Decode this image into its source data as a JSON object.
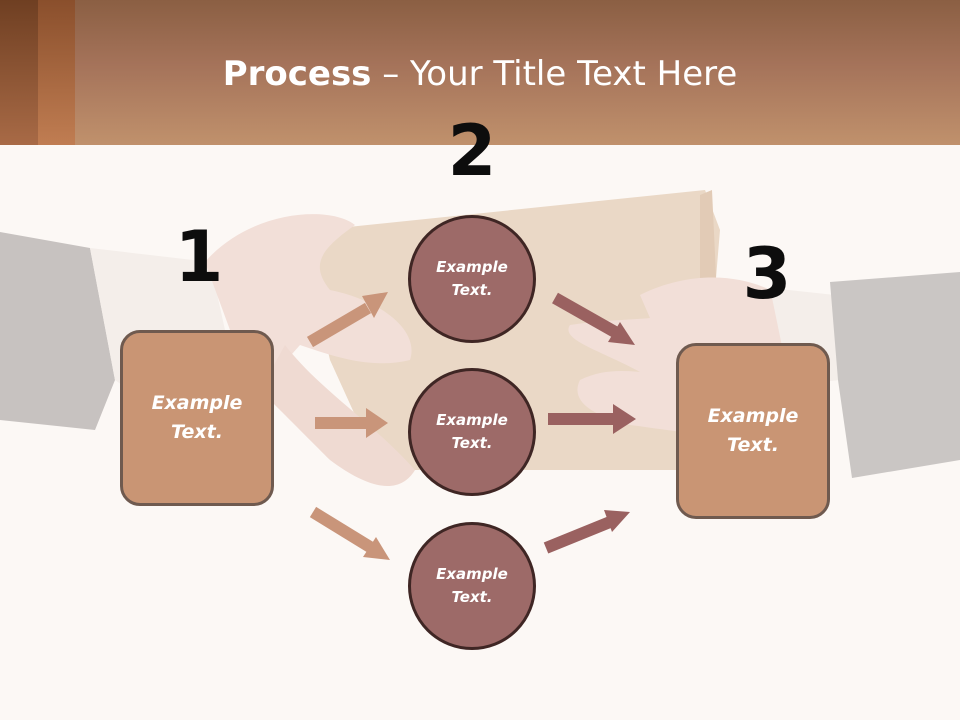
{
  "title": {
    "main": "Process",
    "rest": " – Your Title Text Here"
  },
  "steps": [
    {
      "number": "1",
      "label": "Example Text."
    },
    {
      "number": "2",
      "label": "Example Text."
    },
    {
      "number": "3",
      "label": "Example Text."
    }
  ],
  "circles": [
    {
      "label": "Example Text."
    },
    {
      "label": "Example Text."
    },
    {
      "label": "Example Text."
    }
  ],
  "colors": {
    "banner": "#b07a5c",
    "box_fill": "#c99574",
    "circle_fill": "#9d6a68",
    "arrow_light": "#c9957a",
    "arrow_dark": "#9a6160"
  }
}
